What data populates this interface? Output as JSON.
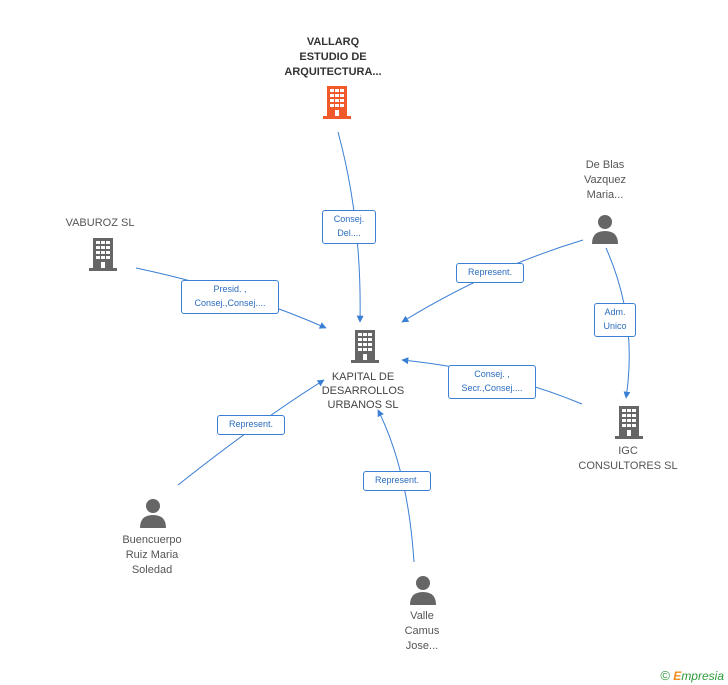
{
  "nodes": {
    "vallarq": {
      "label": "VALLARQ\nESTUDIO DE\nARQUITECTURA...",
      "icon": "building-icon",
      "color": "#f05a2a"
    },
    "vaburoz": {
      "label": "VABUROZ  SL",
      "icon": "building-icon",
      "color": "#666666"
    },
    "deblas": {
      "label": "De Blas\nVazquez\nMaria...",
      "icon": "person-icon",
      "color": "#666666"
    },
    "kapital": {
      "label": "KAPITAL DE\nDESARROLLOS\nURBANOS SL",
      "icon": "building-icon",
      "color": "#666666"
    },
    "igc": {
      "label": "IGC\nCONSULTORES SL",
      "icon": "building-icon",
      "color": "#666666"
    },
    "buencuerpo": {
      "label": "Buencuerpo\nRuiz Maria\nSoledad",
      "icon": "person-icon",
      "color": "#666666"
    },
    "valle": {
      "label": "Valle\nCamus\nJose...",
      "icon": "person-icon",
      "color": "#666666"
    }
  },
  "edges": {
    "vallarq_kapital": "Consej.\nDel....",
    "vaburoz_kapital": "Presid. ,\nConsej.,Consej....",
    "deblas_kapital": "Represent.",
    "deblas_igc": "Adm.\nUnico",
    "igc_kapital": "Consej. ,\nSecr.,Consej....",
    "buencuerpo_kapital": "Represent.",
    "valle_kapital": "Represent."
  },
  "footer": {
    "copyright": "©",
    "brand_e": "E",
    "brand_rest": "mpresia"
  },
  "colors": {
    "edge": "#3b7fd4",
    "accent": "#f05a2a",
    "icon_gray": "#666666"
  }
}
